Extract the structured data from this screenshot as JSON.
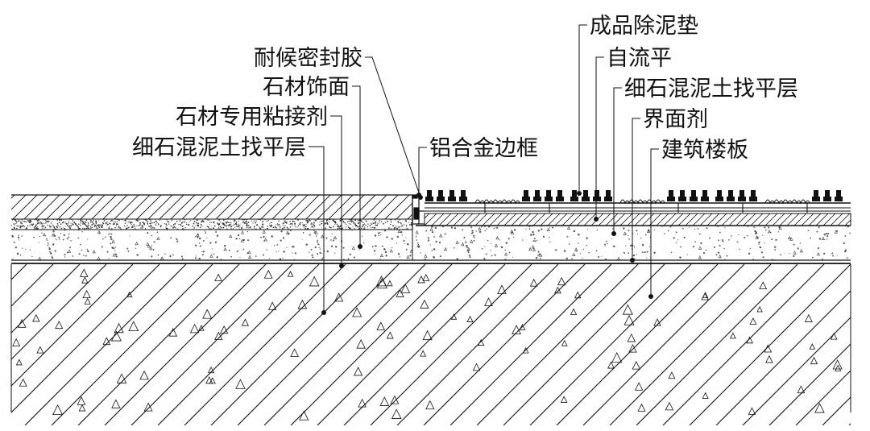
{
  "labels": {
    "sealant": "耐候密封胶",
    "stone_finish": "石材饰面",
    "stone_adhesive": "石材专用粘接剂",
    "screed_left": "细石混泥土找平层",
    "al_frame": "铝合金边框",
    "mat": "成品除泥垫",
    "self_level": "自流平",
    "screed_right": "细石混泥土找平层",
    "interface_agent": "界面剂",
    "floor_slab": "建筑楼板"
  },
  "colors": {
    "line": "#111111",
    "background": "#ffffff"
  }
}
